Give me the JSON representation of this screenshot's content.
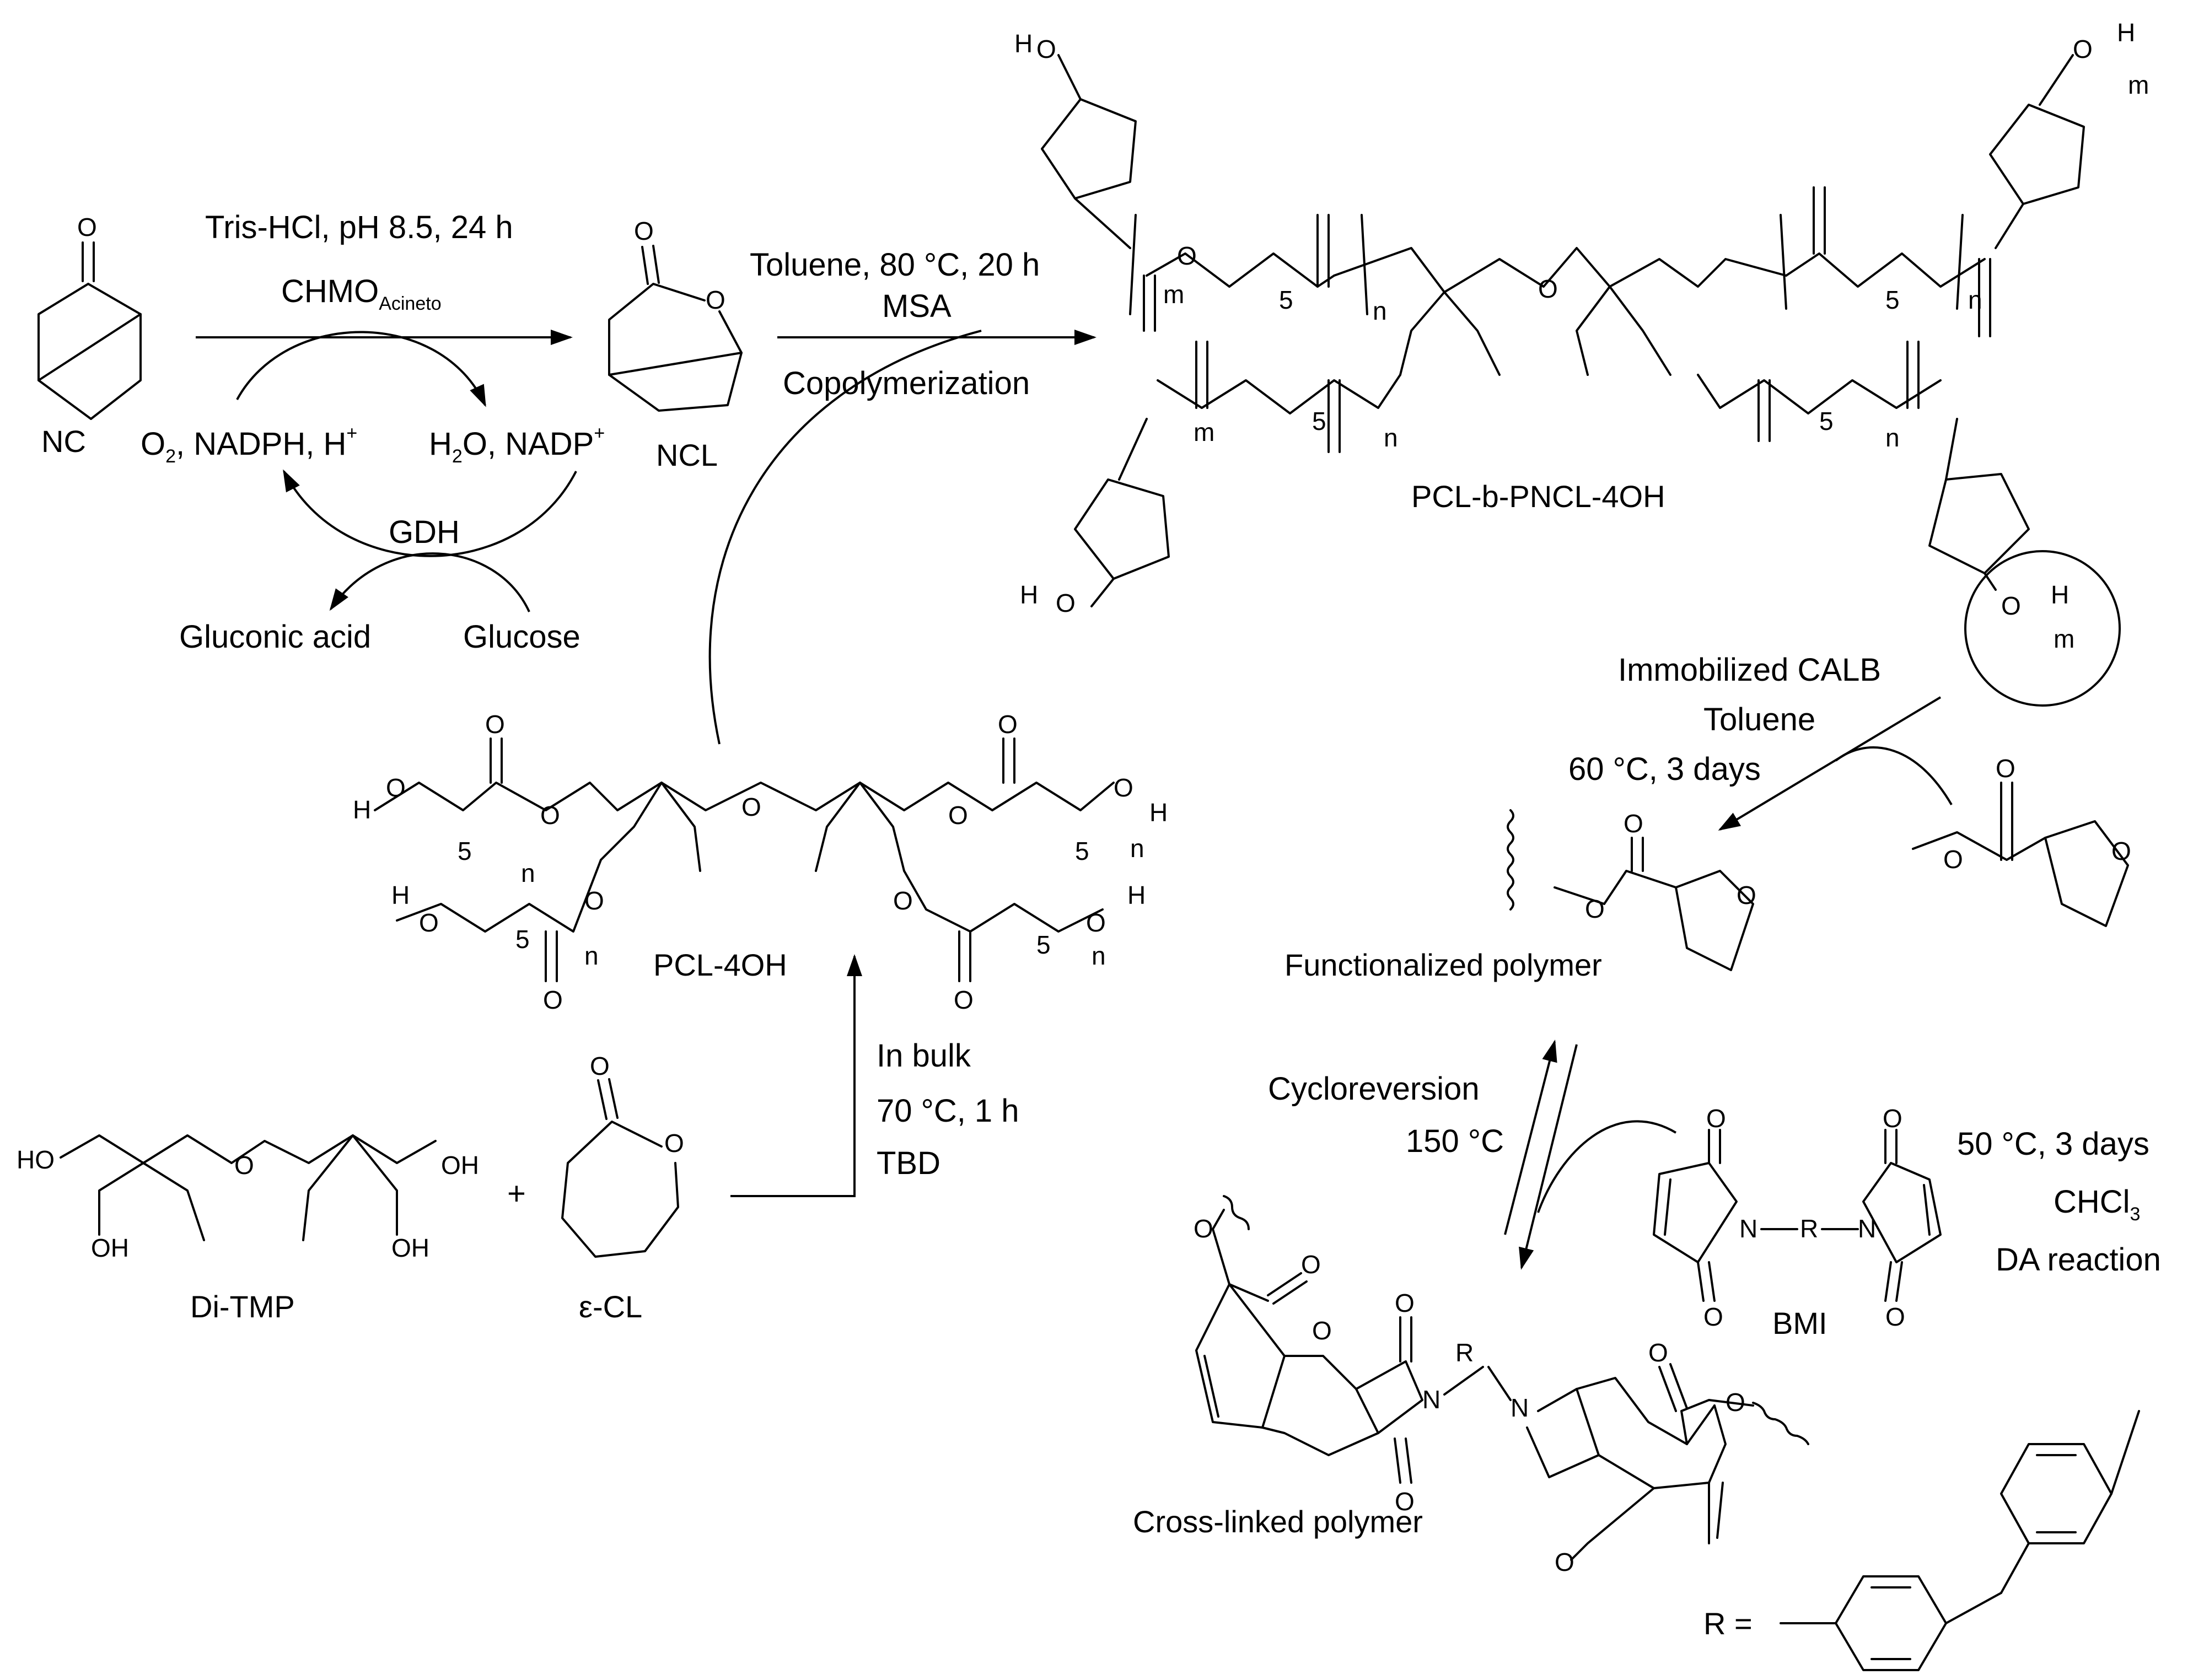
{
  "compounds": {
    "nc": "NC",
    "ncl": "NCL",
    "pcl_b_pncl": "PCL-b-PNCL-4OH",
    "pcl_4oh": "PCL-4OH",
    "di_tmp": "Di-TMP",
    "e_cl": "ε-CL",
    "functionalized": "Functionalized polymer",
    "crosslinked": "Cross-linked polymer",
    "bmi": "BMI",
    "r_equals": "R ="
  },
  "step1": {
    "top": "Tris-HCl, pH 8.5, 24 h",
    "enzyme": "CHMO",
    "enzyme_sub": "Acineto",
    "o2": "O",
    "o2_sub": "2",
    "nadph": ", NADPH, H",
    "nadph_sup": "+",
    "h2o": "H",
    "h2o_sub": "2",
    "nadp": "O, NADP",
    "nadp_sup": "+",
    "gdh": "GDH",
    "gluconic": "Gluconic acid",
    "glucose": "Glucose"
  },
  "step2": {
    "line1": "Toluene, 80 °C, 20 h",
    "line2": "MSA",
    "line3": "Copolymerization"
  },
  "step3": {
    "line1": "In bulk",
    "line2": "70 °C, 1 h",
    "line3": "TBD"
  },
  "step4": {
    "line1": "Immobilized CALB",
    "line2": "Toluene",
    "line3": "60 °C, 3 days"
  },
  "step5": {
    "line1": "50 °C, 3 days",
    "line2": "CHCl",
    "line2_sub": "3",
    "line3": "DA reaction"
  },
  "step6": {
    "line1": "Cycloreversion",
    "line2": "150 °C"
  },
  "atoms": {
    "o": "O",
    "h": "H",
    "oh": "OH",
    "ho": "HO",
    "n": "n",
    "m": "m",
    "five": "5",
    "nitrogen": "N",
    "r": "R",
    "plus": "+"
  }
}
